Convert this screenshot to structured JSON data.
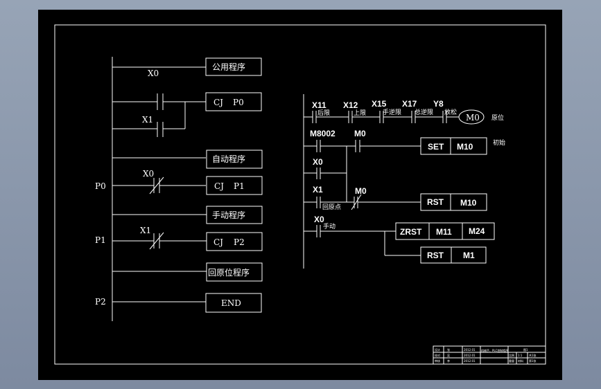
{
  "left_ladder": {
    "lines": [
      {
        "label": "X0",
        "box": "公用程序"
      },
      {
        "contact": "X1",
        "box_cmd": "CJ",
        "box_arg": "P0"
      },
      {
        "box": "自动程序"
      },
      {
        "pointer": "P0",
        "contact": "X0",
        "box_cmd": "CJ",
        "box_arg": "P1"
      },
      {
        "box": "手动程序"
      },
      {
        "pointer": "P1",
        "contact": "X1",
        "box_cmd": "CJ",
        "box_arg": "P2"
      },
      {
        "box": "回原位程序"
      },
      {
        "pointer": "P2",
        "box": "END"
      }
    ]
  },
  "right_ladder": {
    "rung1": {
      "contacts": [
        {
          "name": "X11",
          "note": "后限"
        },
        {
          "name": "X12",
          "note": "上限"
        },
        {
          "name": "X15",
          "note": "手逆限"
        },
        {
          "name": "X17",
          "note": "总逆限"
        },
        {
          "name": "Y8",
          "note": "放松"
        }
      ],
      "coil": "M0",
      "coil_note": "原位"
    },
    "rung2": {
      "contacts": [
        "M8002",
        "X0",
        "M0"
      ],
      "instruction": "SET",
      "operand": "M10",
      "note": "初始"
    },
    "rung3": {
      "contacts": [
        "X1",
        "M0"
      ],
      "contact_note": "回原点",
      "instruction": "RST",
      "operand": "M10"
    },
    "rung4": {
      "contact": "X0",
      "contact_note": "手动",
      "instruction": "ZRST",
      "operand1": "M11",
      "operand2": "M24",
      "instruction2": "RST",
      "operand3": "M1"
    }
  },
  "title_block": {
    "row1": [
      "设计",
      "张",
      "2012.01",
      "机械手、PLC控制程序",
      "",
      "图1"
    ],
    "row2": [
      "校对",
      "吴",
      "2012.01",
      "",
      "比例",
      "1:1",
      "共1张"
    ],
    "row3": [
      "审核",
      "李",
      "2012.01",
      "",
      "重量",
      "材料",
      "第1张"
    ]
  },
  "colors": {
    "background": "#000000",
    "line": "#ffffff",
    "outer": "#8a96aa"
  }
}
